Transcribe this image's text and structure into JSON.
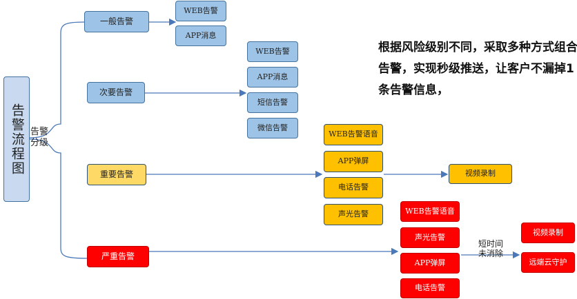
{
  "root": {
    "label": "告警流程图"
  },
  "classification_label": "告警\n分级",
  "levels": [
    {
      "label": "一般告警",
      "color": "#9dc3e6"
    },
    {
      "label": "次要告警",
      "color": "#9dc3e6"
    },
    {
      "label": "重要告警",
      "color": "#ffd966"
    },
    {
      "label": "严重告警",
      "color": "#ff0000"
    }
  ],
  "general_channels": [
    "WEB告警",
    "APP消息"
  ],
  "minor_channels": [
    "WEB告警",
    "APP消息",
    "短信告警",
    "微信告警"
  ],
  "major_channels": [
    "WEB告警语音",
    "APP弹屏",
    "电话告警",
    "声光告警"
  ],
  "major_followup": "视频录制",
  "critical_channels": [
    "WEB告警语音",
    "声光告警",
    "APP弹屏",
    "电话告警"
  ],
  "escalation_condition": "短时间\n未消除",
  "critical_followup": [
    "视频录制",
    "远端云守护"
  ],
  "note": "根据风险级别不同，采取多种方式组合告警，实现秒级推送，让客户不漏掉1条告警信息，"
}
